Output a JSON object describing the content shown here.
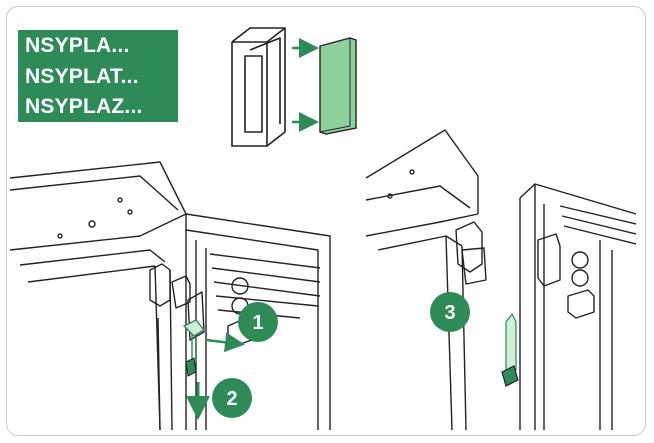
{
  "codes": [
    "NSYPLA...",
    "NSYPLAT...",
    "NSYPLAZ..."
  ],
  "steps": [
    "1",
    "2",
    "3"
  ],
  "colors": {
    "accent": "#2e8b57",
    "light_green": "#8fd19e",
    "line": "#222222",
    "border": "#c9c9c9"
  }
}
